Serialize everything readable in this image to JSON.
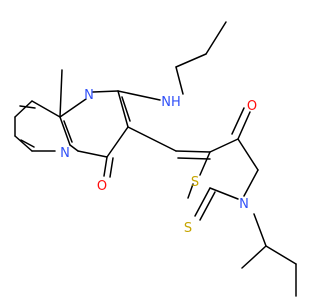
{
  "molecule": {
    "atom_labels": {
      "n_imine": "N",
      "n_bridge": "N",
      "nh": "NH",
      "o_pyrimidinone": "O",
      "o_thiazolidinone": "O",
      "s_ring": "S",
      "s_thione": "S",
      "n_thiazolidine": "N"
    },
    "colors": {
      "nitrogen": "#3050f8",
      "oxygen": "#ff0d0d",
      "sulfur": "#c6a500",
      "bond": "#000000"
    }
  }
}
